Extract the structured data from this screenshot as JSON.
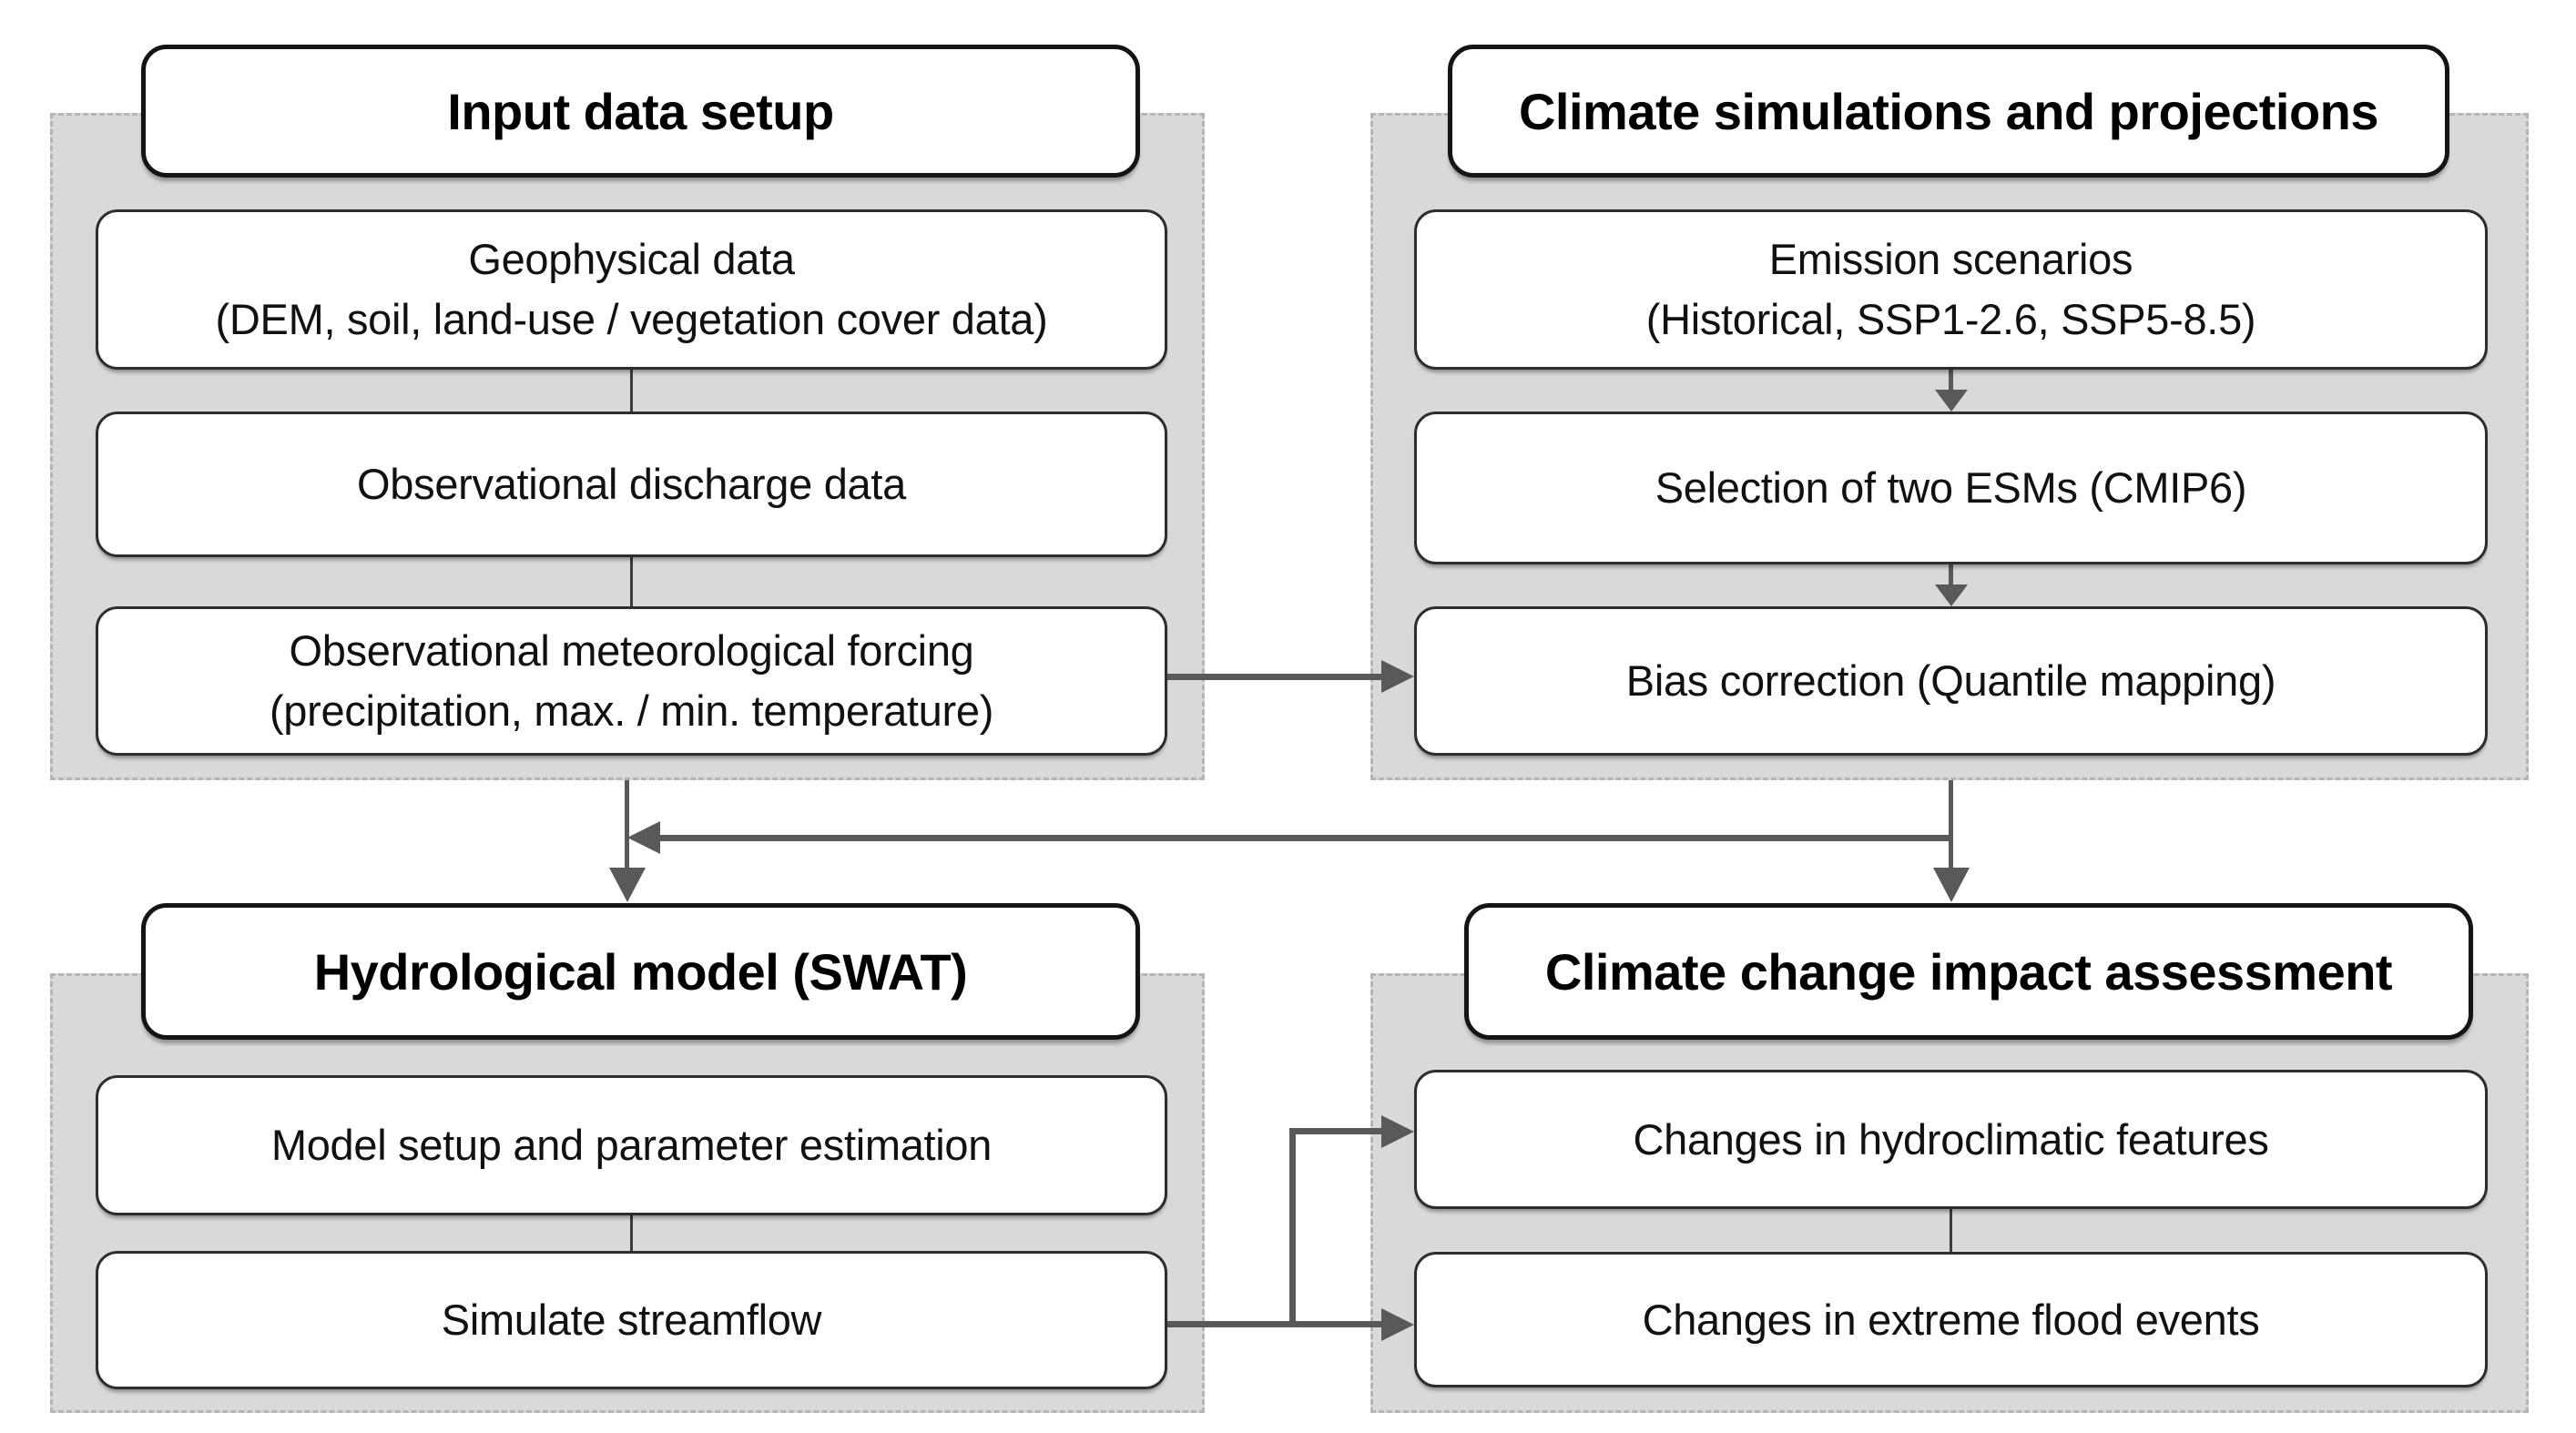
{
  "colors": {
    "panel_fill": "#d9d9d9",
    "panel_border": "#b5b5b5",
    "box_border": "#2d2d2d",
    "title_border": "#141414",
    "arrow": "#595959",
    "connector": "#3c3c3c"
  },
  "panels": [
    {
      "id": "input-data-setup",
      "title": "Input data setup",
      "boxes": [
        {
          "id": "geophysical-data",
          "lines": [
            "Geophysical data",
            "(DEM, soil, land-use / vegetation cover data)"
          ]
        },
        {
          "id": "observational-discharge-data",
          "lines": [
            "Observational discharge data"
          ]
        },
        {
          "id": "observational-meteorological-forcing",
          "lines": [
            "Observational meteorological forcing",
            "(precipitation, max. / min. temperature)"
          ]
        }
      ]
    },
    {
      "id": "climate-simulations-and-projections",
      "title": "Climate simulations and projections",
      "boxes": [
        {
          "id": "emission-scenarios",
          "lines": [
            "Emission scenarios",
            "(Historical, SSP1-2.6, SSP5-8.5)"
          ]
        },
        {
          "id": "selection-of-two-esms",
          "lines": [
            "Selection of two ESMs (CMIP6)"
          ]
        },
        {
          "id": "bias-correction",
          "lines": [
            "Bias correction (Quantile mapping)"
          ]
        }
      ]
    },
    {
      "id": "hydrological-model-swat",
      "title": "Hydrological model (SWAT)",
      "boxes": [
        {
          "id": "model-setup-and-parameter-estimation",
          "lines": [
            "Model setup and parameter estimation"
          ]
        },
        {
          "id": "simulate-streamflow",
          "lines": [
            "Simulate streamflow"
          ]
        }
      ]
    },
    {
      "id": "climate-change-impact-assessment",
      "title": "Climate change impact assessment",
      "boxes": [
        {
          "id": "changes-in-hydroclimatic-features",
          "lines": [
            "Changes in hydroclimatic features"
          ]
        },
        {
          "id": "changes-in-extreme-flood-events",
          "lines": [
            "Changes in extreme flood events"
          ]
        }
      ]
    }
  ],
  "edges": [
    {
      "from": "geophysical-data",
      "to": "observational-discharge-data",
      "style": "line"
    },
    {
      "from": "observational-discharge-data",
      "to": "observational-meteorological-forcing",
      "style": "line"
    },
    {
      "from": "observational-meteorological-forcing",
      "to": "bias-correction",
      "style": "arrow"
    },
    {
      "from": "emission-scenarios",
      "to": "selection-of-two-esms",
      "style": "arrow"
    },
    {
      "from": "selection-of-two-esms",
      "to": "bias-correction",
      "style": "arrow"
    },
    {
      "from": "input-data-setup",
      "to": "hydrological-model-swat",
      "style": "arrow"
    },
    {
      "from": "climate-simulations-and-projections",
      "to": "climate-change-impact-assessment",
      "style": "arrow"
    },
    {
      "from": "climate-simulations-and-projections",
      "to": "hydrological-model-swat",
      "style": "arrow"
    },
    {
      "from": "model-setup-and-parameter-estimation",
      "to": "simulate-streamflow",
      "style": "line"
    },
    {
      "from": "simulate-streamflow",
      "to": "changes-in-hydroclimatic-features",
      "style": "arrow"
    },
    {
      "from": "simulate-streamflow",
      "to": "changes-in-extreme-flood-events",
      "style": "arrow"
    },
    {
      "from": "changes-in-hydroclimatic-features",
      "to": "changes-in-extreme-flood-events",
      "style": "line"
    }
  ]
}
